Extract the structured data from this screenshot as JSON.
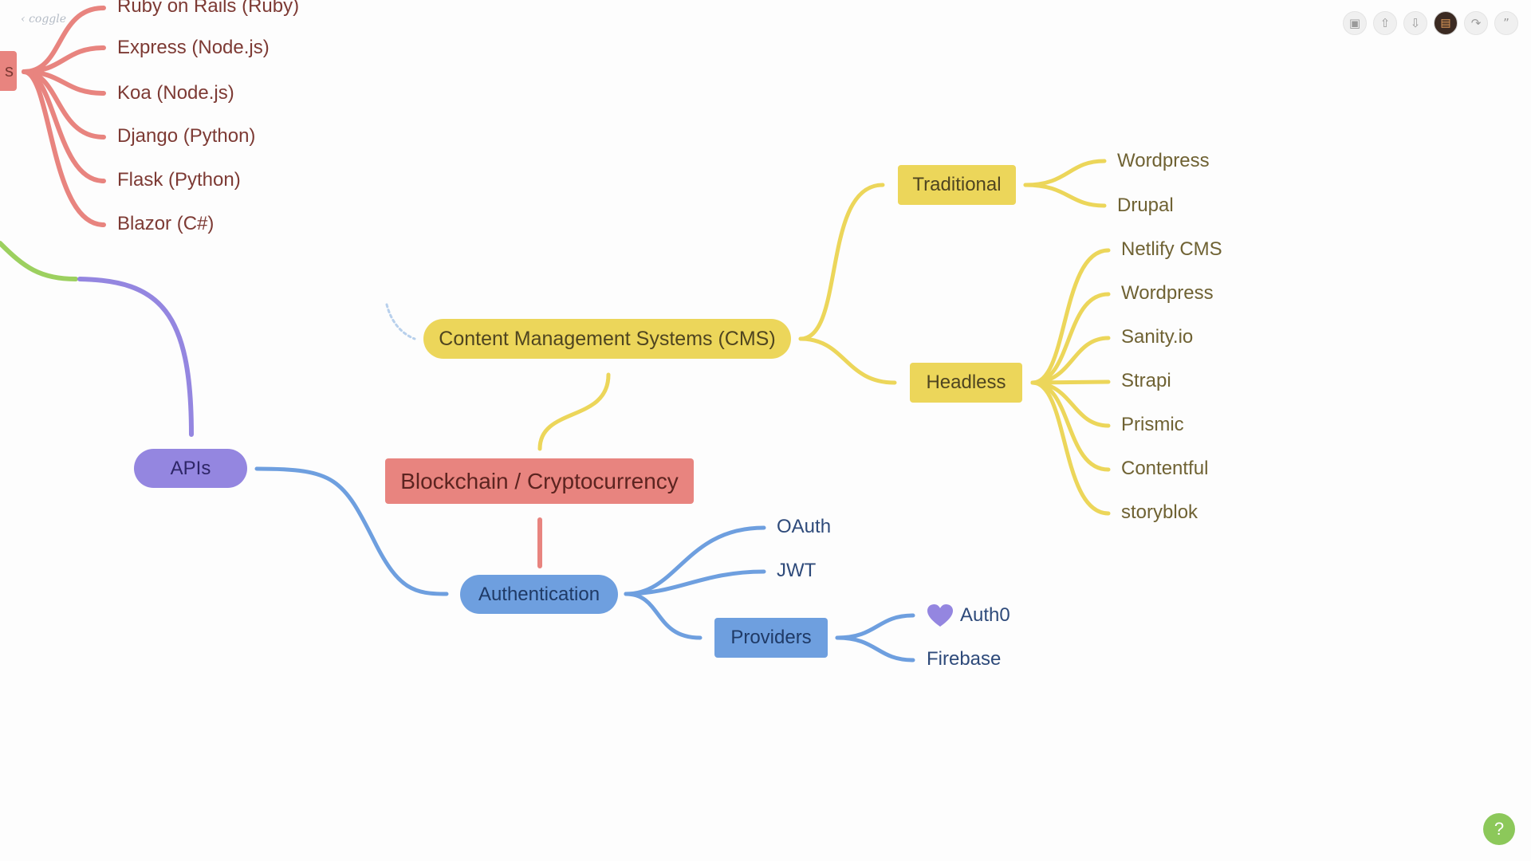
{
  "app": {
    "back_label": "coggle"
  },
  "toolbar": {
    "present_icon": "monitor-icon",
    "upload_icon": "upload-arrow-icon",
    "download_icon": "download-arrow-icon",
    "user_icon": "user-avatar-icon",
    "history_icon": "history-icon",
    "comment_icon": "quote-icon"
  },
  "help": {
    "label": "?"
  },
  "colors": {
    "red": "#e8847f",
    "green": "#9cd05f",
    "purple": "#9486e0",
    "yellow": "#ecd65a",
    "blue": "#6e9fdf",
    "help_green": "#8cc85a"
  },
  "partial_node": {
    "label": "s"
  },
  "frameworks": [
    "Ruby on Rails (Ruby)",
    "Express (Node.js)",
    "Koa (Node.js)",
    "Django (Python)",
    "Flask (Python)",
    "Blazor (C#)"
  ],
  "nodes": {
    "apis": "APIs",
    "cms": "Content Management Systems (CMS)",
    "blockchain": "Blockchain / Cryptocurrency",
    "authentication": "Authentication",
    "traditional": "Traditional",
    "headless": "Headless",
    "providers": "Providers"
  },
  "traditional_items": [
    "Wordpress",
    "Drupal"
  ],
  "headless_items": [
    "Netlify CMS",
    "Wordpress",
    "Sanity.io",
    "Strapi",
    "Prismic",
    "Contentful",
    "storyblok"
  ],
  "auth_items": [
    "OAuth",
    "JWT"
  ],
  "provider_items": [
    "Auth0",
    "Firebase"
  ],
  "auth0_icon": "heart-icon"
}
